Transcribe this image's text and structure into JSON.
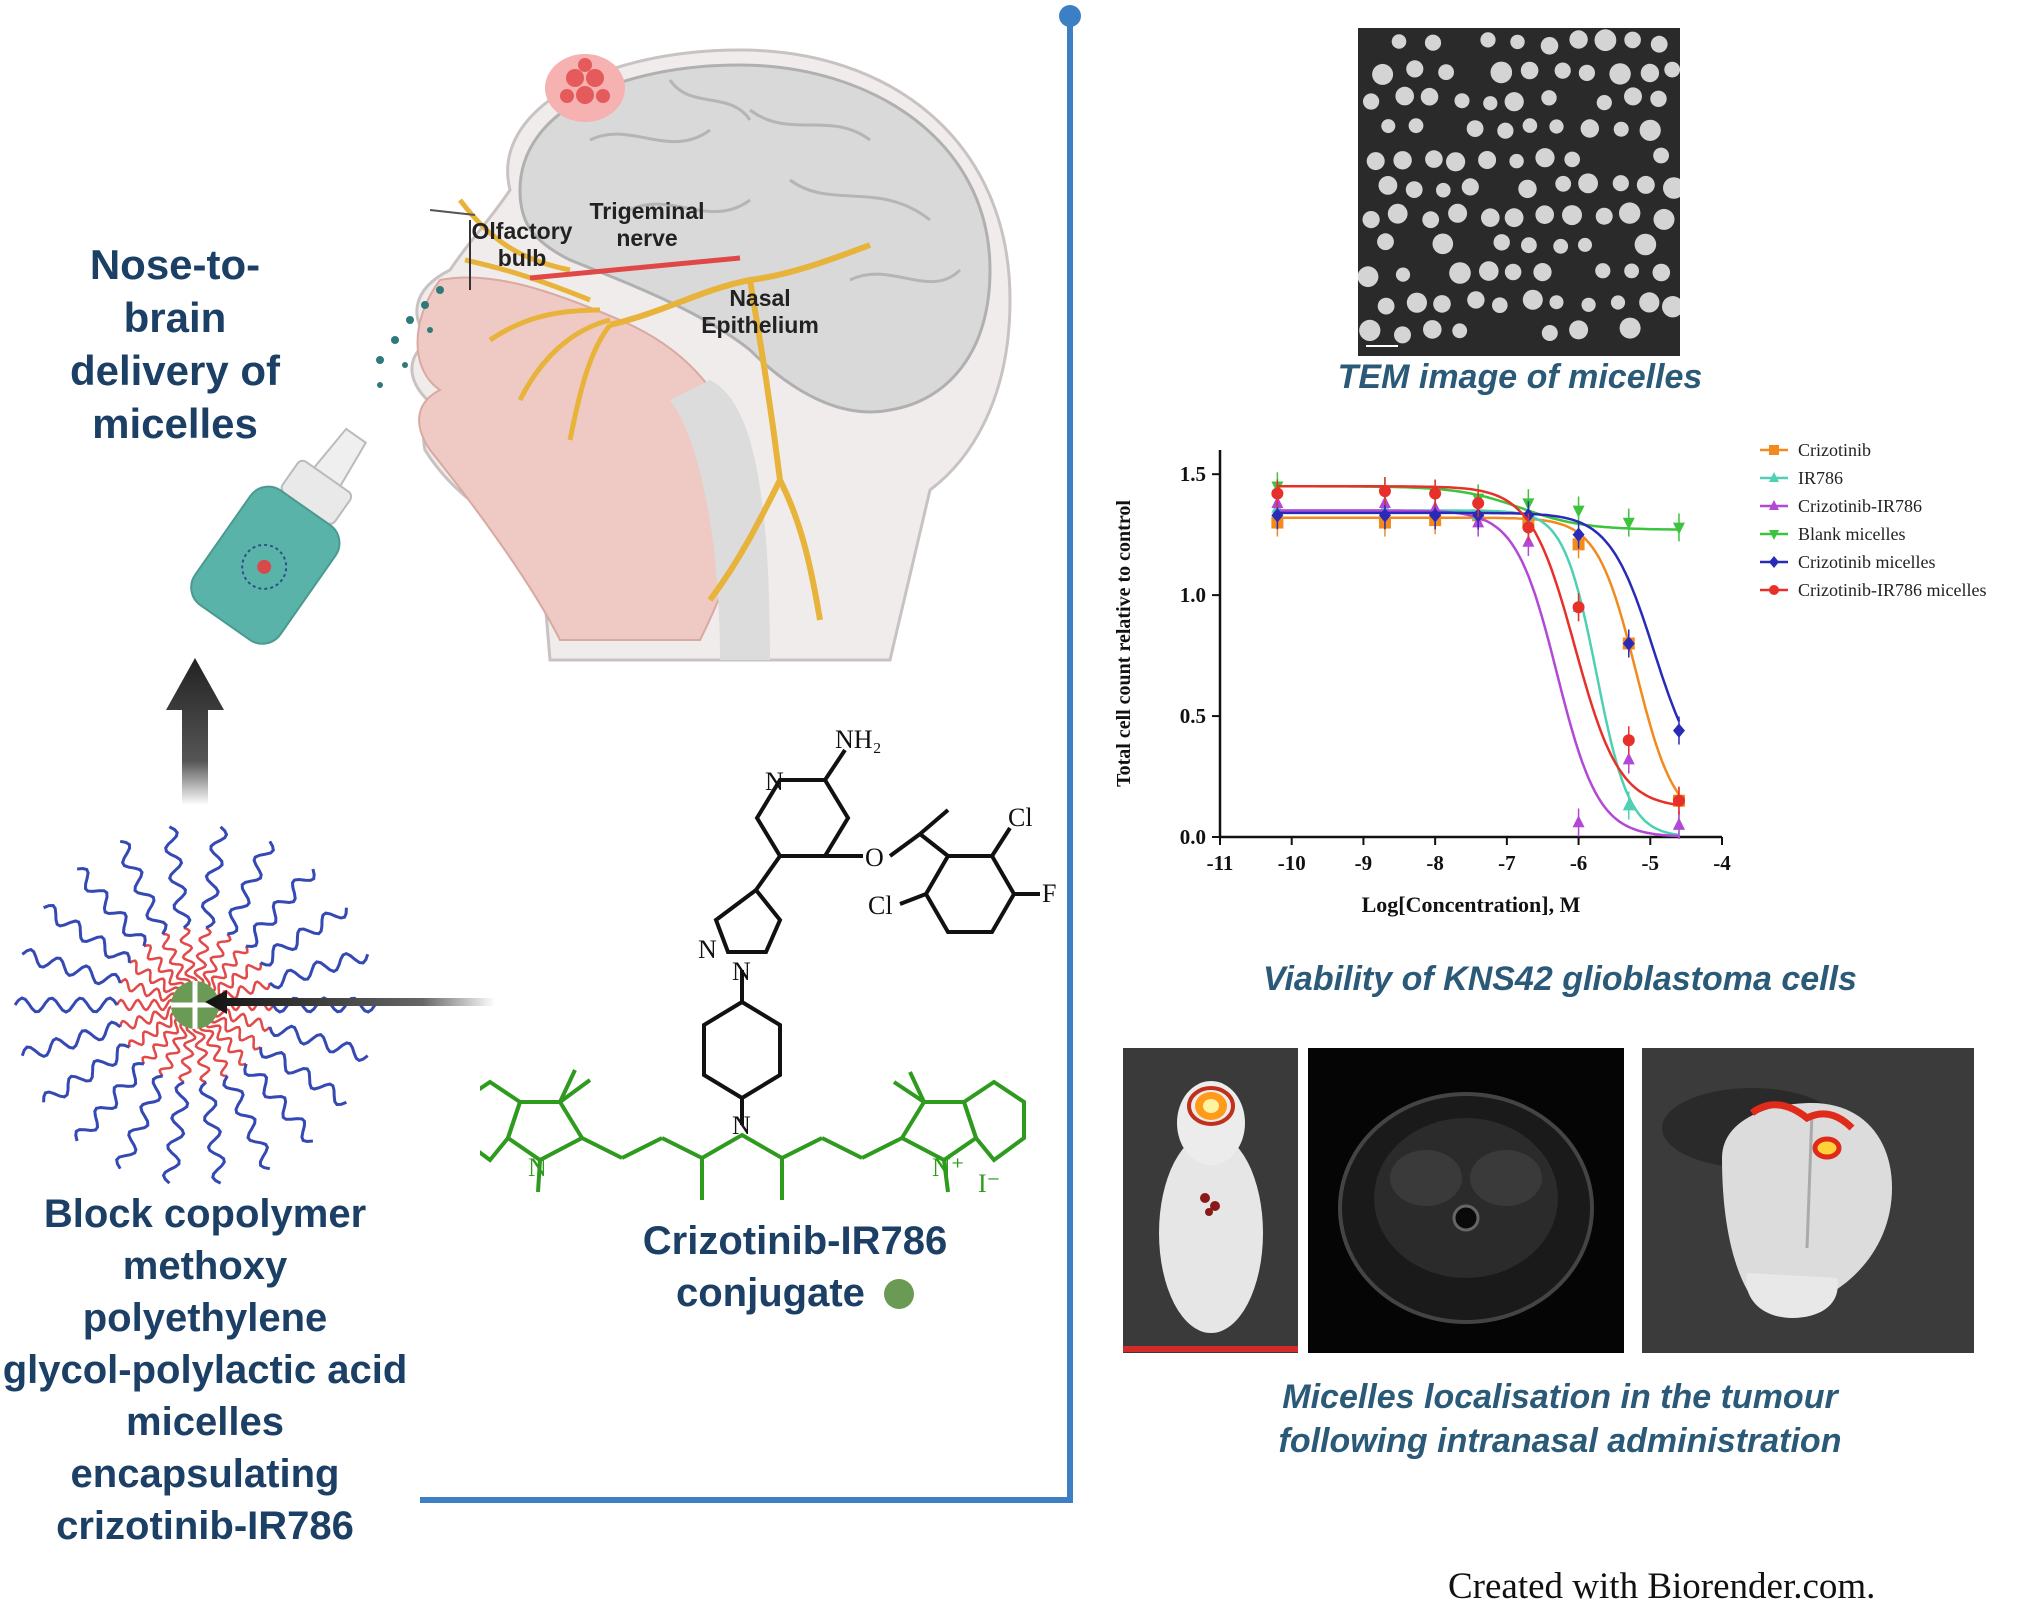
{
  "left": {
    "delivery_title": [
      "Nose-to-",
      "brain",
      "delivery of",
      "micelles"
    ],
    "anatomy_labels": {
      "olfactory": [
        "Olfactory",
        "bulb"
      ],
      "trigeminal": [
        "Trigeminal",
        "nerve"
      ],
      "nasal": [
        "Nasal",
        "Epithelium"
      ]
    },
    "copolymer_caption": [
      "Block copolymer",
      "methoxy polyethylene",
      "glycol-polylactic acid",
      "micelles encapsulating",
      "crizotinib-IR786"
    ],
    "conjugate_caption": [
      "Crizotinib-IR786",
      "conjugate"
    ],
    "chem_labels": {
      "nh2": "NH₂",
      "cl1": "Cl",
      "cl2": "Cl",
      "f": "F",
      "o": "O",
      "n_pyridine": "N",
      "n_pz1": "N",
      "n_pz2": "N",
      "n_pip": "N",
      "n_left": "N",
      "n_right": "N⁺",
      "iodide": "I⁻"
    }
  },
  "right": {
    "tem_caption": "TEM image of micelles",
    "viability_caption": "Viability of KNS42 glioblastoma cells",
    "localisation_caption": [
      "Micelles localisation in the tumour",
      "following intranasal administration"
    ]
  },
  "footer": "Created with Biorender.com.",
  "colors": {
    "heading": "#1c3f66",
    "caption": "#2a5a78",
    "divider": "#3d7fc4",
    "conjugate_green": "#2e9a1e",
    "conjugate_dot": "#6b9a55",
    "micelle_red": "#e24a4a",
    "micelle_blue": "#3549b4"
  },
  "chart_data": {
    "type": "line",
    "xlabel": "Log[Concentration], M",
    "ylabel": "Total cell count relative to control",
    "xlim": [
      -11,
      -4
    ],
    "ylim": [
      0,
      1.6
    ],
    "xticks": [
      -11,
      -10,
      -9,
      -8,
      -7,
      -6,
      -5,
      -4
    ],
    "yticks": [
      0.0,
      0.5,
      1.0,
      1.5
    ],
    "ytick_labels": [
      "0.0",
      "0.5",
      "1.0",
      "1.5"
    ],
    "legend_position": "top-right",
    "x": [
      -10.2,
      -8.7,
      -8.0,
      -7.4,
      -6.7,
      -6.0,
      -5.3,
      -4.6
    ],
    "series": [
      {
        "name": "Crizotinib",
        "color": "#f28a1e",
        "marker": "square",
        "values": [
          1.3,
          1.3,
          1.31,
          1.33,
          1.3,
          1.21,
          0.8,
          0.15
        ]
      },
      {
        "name": "IR786",
        "color": "#4fd0b4",
        "marker": "triangle-up",
        "values": [
          1.36,
          1.36,
          1.35,
          1.33,
          1.3,
          0.95,
          0.13,
          0.05
        ]
      },
      {
        "name": "Crizotinib-IR786",
        "color": "#b347d6",
        "marker": "triangle-up",
        "values": [
          1.38,
          1.38,
          1.36,
          1.3,
          1.22,
          0.06,
          0.32,
          0.05
        ]
      },
      {
        "name": "Blank micelles",
        "color": "#3cc43c",
        "marker": "triangle-down",
        "values": [
          1.45,
          1.43,
          1.42,
          1.4,
          1.38,
          1.35,
          1.3,
          1.28
        ]
      },
      {
        "name": "Crizotinib micelles",
        "color": "#2a2ab8",
        "marker": "diamond",
        "values": [
          1.33,
          1.33,
          1.33,
          1.33,
          1.33,
          1.25,
          0.8,
          0.44
        ]
      },
      {
        "name": "Crizotinib-IR786 micelles",
        "color": "#e8302a",
        "marker": "circle",
        "values": [
          1.42,
          1.43,
          1.42,
          1.38,
          1.28,
          0.95,
          0.4,
          0.15
        ]
      }
    ]
  }
}
